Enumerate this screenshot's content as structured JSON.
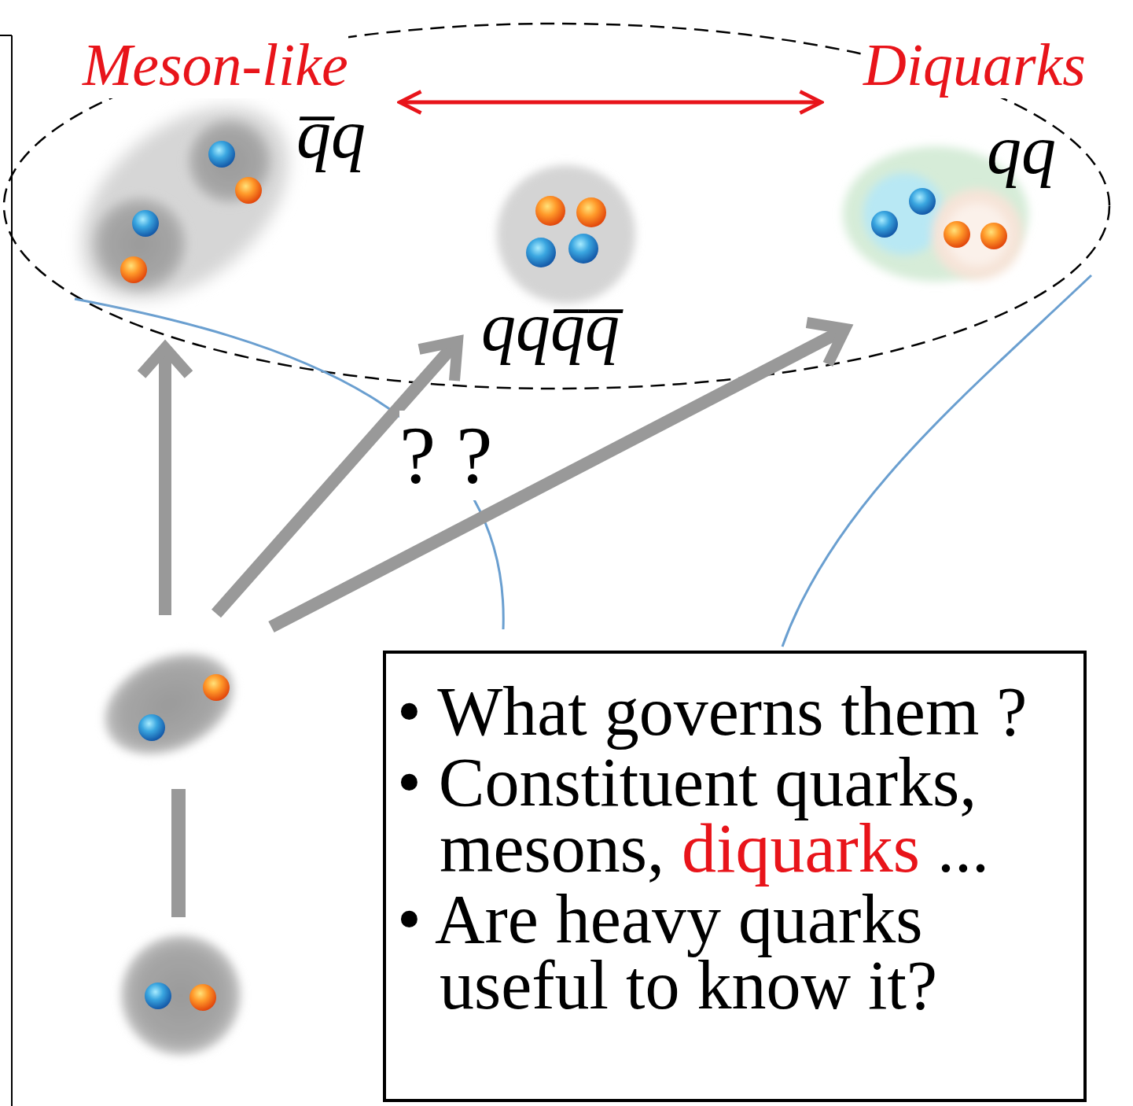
{
  "diagram": {
    "nodes": [
      {
        "text": [
          "Meson-like",
          "q̅q"
        ]
      },
      {
        "text": [
          "qqq̅q̅"
        ]
      },
      {
        "text": [
          "Diquarks",
          "qq"
        ]
      },
      {
        "text": [
          "• What governs them ?",
          "• Constituent quarks, mesons,",
          "diquarks",
          "...",
          "• Are heavy quarks useful to know it?"
        ]
      }
    ],
    "edges": [
      {
        "from": 0,
        "to": 2,
        "arrow": "both"
      }
    ],
    "labels": [
      "? ?"
    ]
  }
}
